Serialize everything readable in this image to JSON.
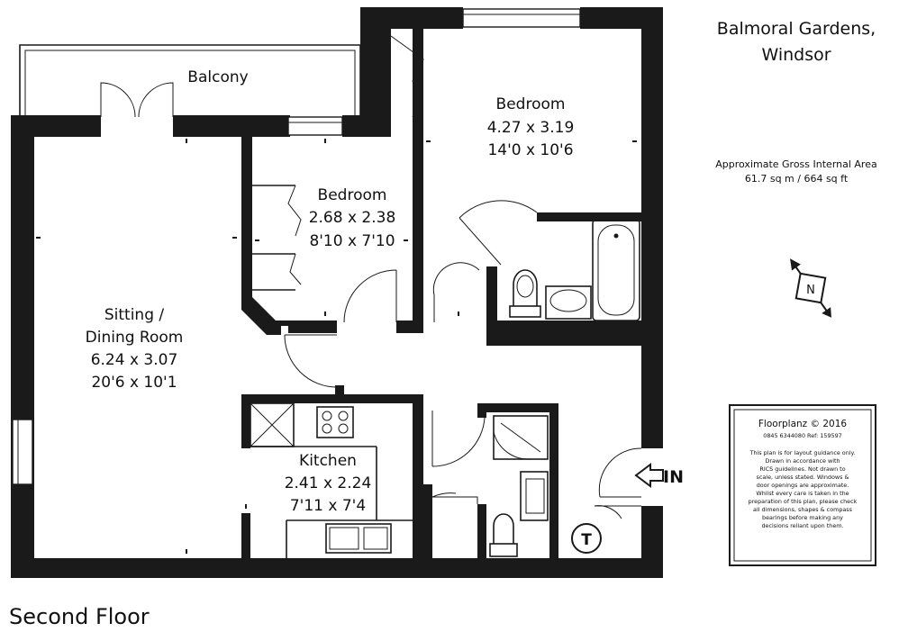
{
  "address": {
    "line1": "Balmoral Gardens,",
    "line2": "Windsor"
  },
  "area": {
    "line1": "Approximate Gross Internal Area",
    "line2": "61.7 sq m / 664 sq ft"
  },
  "floor_name": "Second Floor",
  "rooms": {
    "balcony": {
      "name": "Balcony"
    },
    "bedroom1": {
      "name": "Bedroom",
      "metric": "4.27 x 3.19",
      "imperial": "14'0 x 10'6"
    },
    "bedroom2": {
      "name": "Bedroom",
      "metric": "2.68 x 2.38",
      "imperial": "8'10 x 7'10"
    },
    "sitting": {
      "name1": "Sitting /",
      "name2": "Dining Room",
      "metric": "6.24 x 3.07",
      "imperial": "20'6 x 10'1"
    },
    "kitchen": {
      "name": "Kitchen",
      "metric": "2.41 x 2.24",
      "imperial": "7'11 x 7'4"
    }
  },
  "entrance": {
    "label": "IN"
  },
  "cupboard": {
    "label": "T"
  },
  "compass": {
    "label": "N"
  },
  "disclaimer": {
    "brand": "Floorplanz © 2016",
    "ref": "0845 6344080 Ref: 159597",
    "lines": [
      "This plan is for layout guidance only.",
      "Drawn in accordance with",
      "RICS guidelines. Not drawn to",
      "scale, unless stated. Windows &",
      "door openings are approximate.",
      "Whilst every care is taken in the",
      "preparation of this plan, please check",
      "all dimensions, shapes & compass",
      "bearings before making any",
      "decisions reliant upon them."
    ]
  }
}
